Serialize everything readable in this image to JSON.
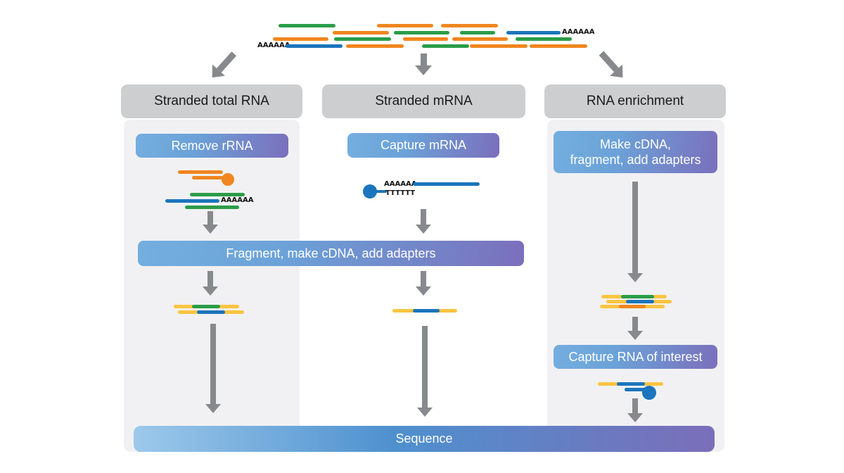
{
  "palette": {
    "green": "#2A9D48",
    "orange": "#F0861F",
    "blue": "#1B75BC",
    "yellow": "#FBC440",
    "arrow": "#87898C",
    "header_bg": "#CDCED0",
    "column_bg": "#F1F1F3",
    "grad_left": "#74AEDF",
    "grad_right": "#7B6FBC",
    "seq_left": "#9CC9EB",
    "seq_mid": "#4E90CE",
    "seq_right": "#7B6EB9",
    "text_dark": "#1A1A1A",
    "text_light": "#FFFFFF"
  },
  "columns": [
    {
      "header": "Stranded total RNA",
      "step1": "Remove rRNA"
    },
    {
      "header": "Stranded mRNA",
      "step1": "Capture mRNA"
    },
    {
      "header": "RNA enrichment",
      "step1": "Make cDNA,\nfragment, add adapters",
      "step2": "Capture RNA of interest"
    }
  ],
  "shared_step": "Fragment, make cDNA, add adapters",
  "sequence_step": "Sequence",
  "labels": {
    "polyA": "AAAAAA",
    "polyT": "TTTTTT"
  }
}
